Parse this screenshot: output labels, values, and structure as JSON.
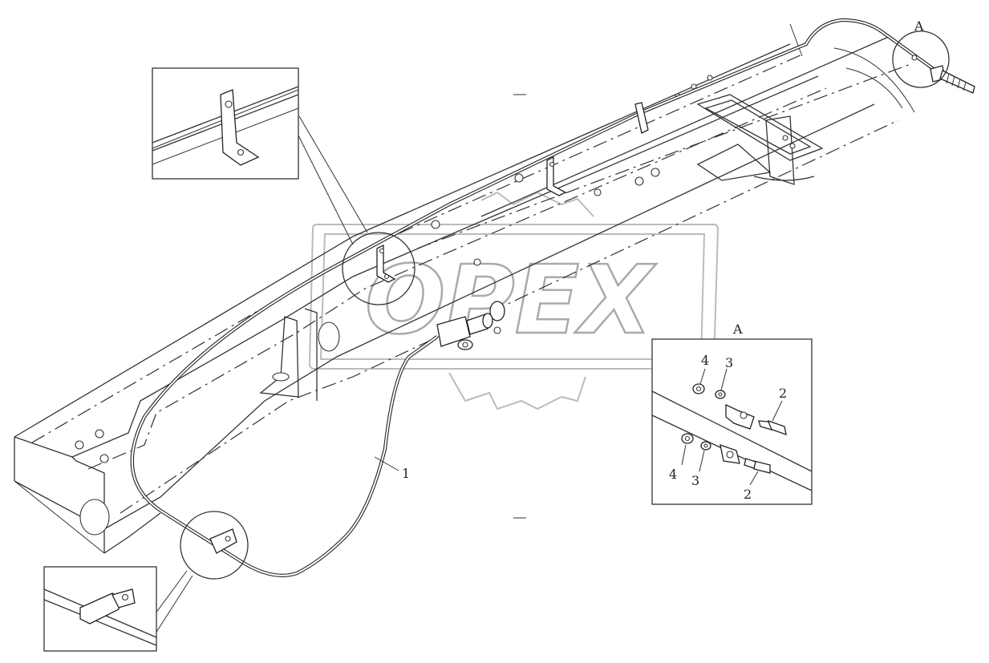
{
  "callouts": {
    "cable": "1",
    "bolt_upper": "2",
    "washer_upper": "3",
    "nut_upper": "4",
    "bolt_lower": "2",
    "washer_lower": "3",
    "nut_lower": "4"
  },
  "view_a": {
    "marker_label": "A",
    "detail_title": "A"
  },
  "watermark": {
    "text": "OPEX"
  }
}
